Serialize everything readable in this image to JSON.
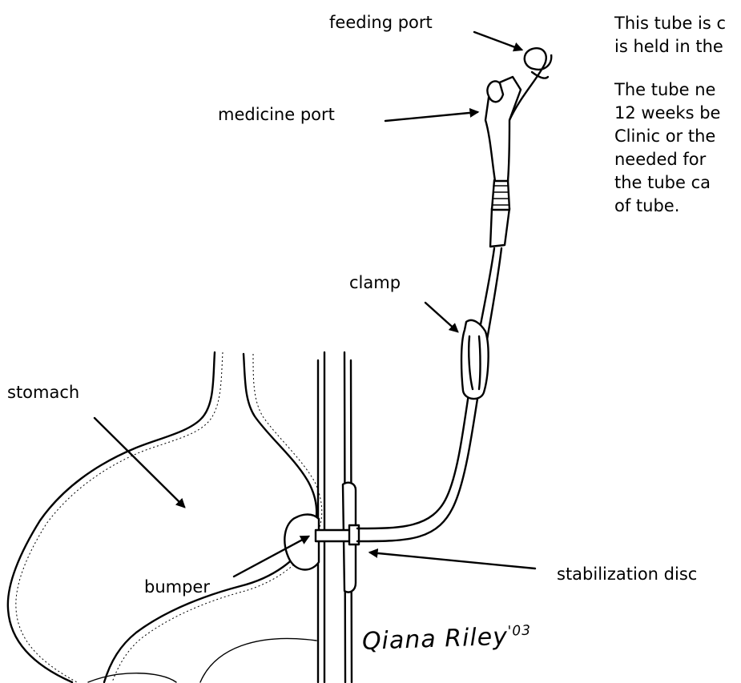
{
  "labels": {
    "feeding_port": "feeding port",
    "medicine_port": "medicine port",
    "clamp": "clamp",
    "stomach": "stomach",
    "bumper": "bumper",
    "stabilization_disc": "stabilization disc"
  },
  "paragraph_1": [
    "This tube is c",
    "is held in the"
  ],
  "paragraph_2": [
    "The tube ne",
    "12 weeks be",
    "Clinic or the",
    "needed for",
    "the tube ca",
    "of tube."
  ],
  "signature": {
    "name": "Qiana Riley",
    "year": "'03"
  }
}
